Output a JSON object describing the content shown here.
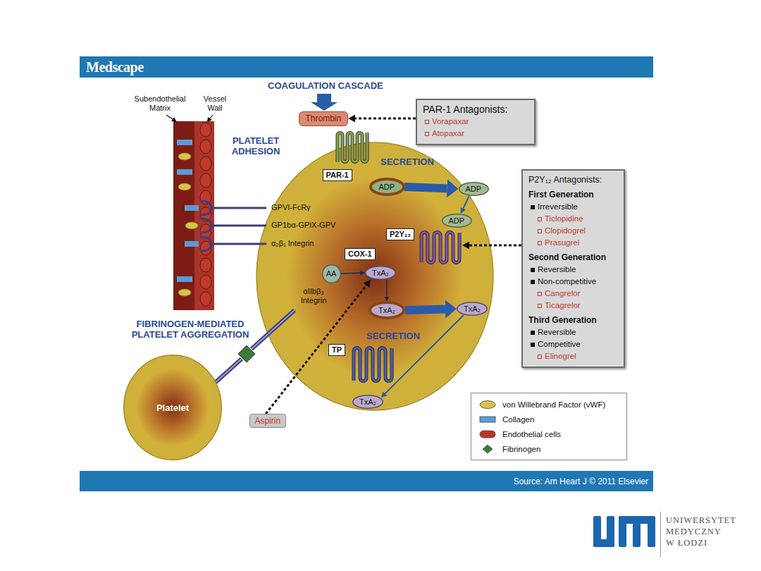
{
  "diagram": {
    "nodes": [
      {
        "text": [
          "Thrombin"
        ]
      },
      {
        "text": [
          "PAR-1 Antagonists:",
          "Vorapaxar",
          "Atopaxar"
        ]
      },
      {
        "text": [
          "PAR-1"
        ]
      },
      {
        "text": [
          "ADP"
        ]
      },
      {
        "text": [
          "ADP"
        ]
      },
      {
        "text": [
          "P2Y₁₂ Antagonists:",
          "First Generation",
          "Irreversible",
          "Ticlopidine",
          "Clopidogrel",
          "Prasugrel",
          "Second Generation",
          "Reversible",
          "Non-competitive",
          "Cangrelor",
          "Ticagrelor",
          "Third Generation",
          "Reversible",
          "Competitive",
          "Elinogrel"
        ]
      },
      {
        "text": [
          "ADP"
        ]
      },
      {
        "text": [
          "P2Y₁₂"
        ]
      },
      {
        "text": [
          "COX-1"
        ]
      },
      {
        "text": [
          "AA"
        ]
      },
      {
        "text": [
          "TxA₂"
        ]
      },
      {
        "text": [
          "TxA₂"
        ]
      },
      {
        "text": [
          "TxA₂"
        ]
      },
      {
        "text": [
          "TP"
        ]
      },
      {
        "text": [
          "TxA₂"
        ]
      },
      {
        "text": [
          "Platelet"
        ]
      },
      {
        "text": [
          "Aspirin"
        ]
      }
    ],
    "edges": [
      {
        "from": 1,
        "to": 0,
        "arrow": "to"
      },
      {
        "from": 3,
        "to": 4,
        "arrow": "to"
      },
      {
        "from": 4,
        "to": 6,
        "arrow": "to"
      },
      {
        "from": 5,
        "to": 7,
        "arrow": "to"
      },
      {
        "from": 9,
        "to": 10,
        "arrow": "to"
      },
      {
        "from": 10,
        "to": 11,
        "arrow": "to"
      },
      {
        "from": 11,
        "to": 12,
        "arrow": "to"
      },
      {
        "from": 12,
        "to": 14,
        "arrow": "to"
      },
      {
        "from": 16,
        "to": 10,
        "arrow": "to"
      }
    ],
    "labels": [
      "Medscape",
      "COAGULATION CASCADE",
      "Subendothelial Matrix",
      "Vessel Wall",
      "PLATELET ADHESION",
      "SECRETION",
      "GPVI-FcRγ",
      "GP1bα-GPIX-GPV",
      "α₂β₁ Integrin",
      "αIIbβ₃ Integrin",
      "SECRETION",
      "FIBRINOGEN-MEDIATED PLATELET AGGREGATION",
      "Source: Am Heart J © 2011 Elsevier",
      "UNIWERSYTET",
      "MEDYCZNY",
      "W ŁODZI"
    ],
    "legend": [
      {
        "text": "von Willebrand Factor (vWF)",
        "color": "#d8c24a"
      },
      {
        "text": "Collagen",
        "color": "#5b9bd5"
      },
      {
        "text": "Endothelial cells",
        "color": "#b8352a"
      },
      {
        "text": "Fibrinogen",
        "color": "#3d7a3a"
      }
    ]
  }
}
